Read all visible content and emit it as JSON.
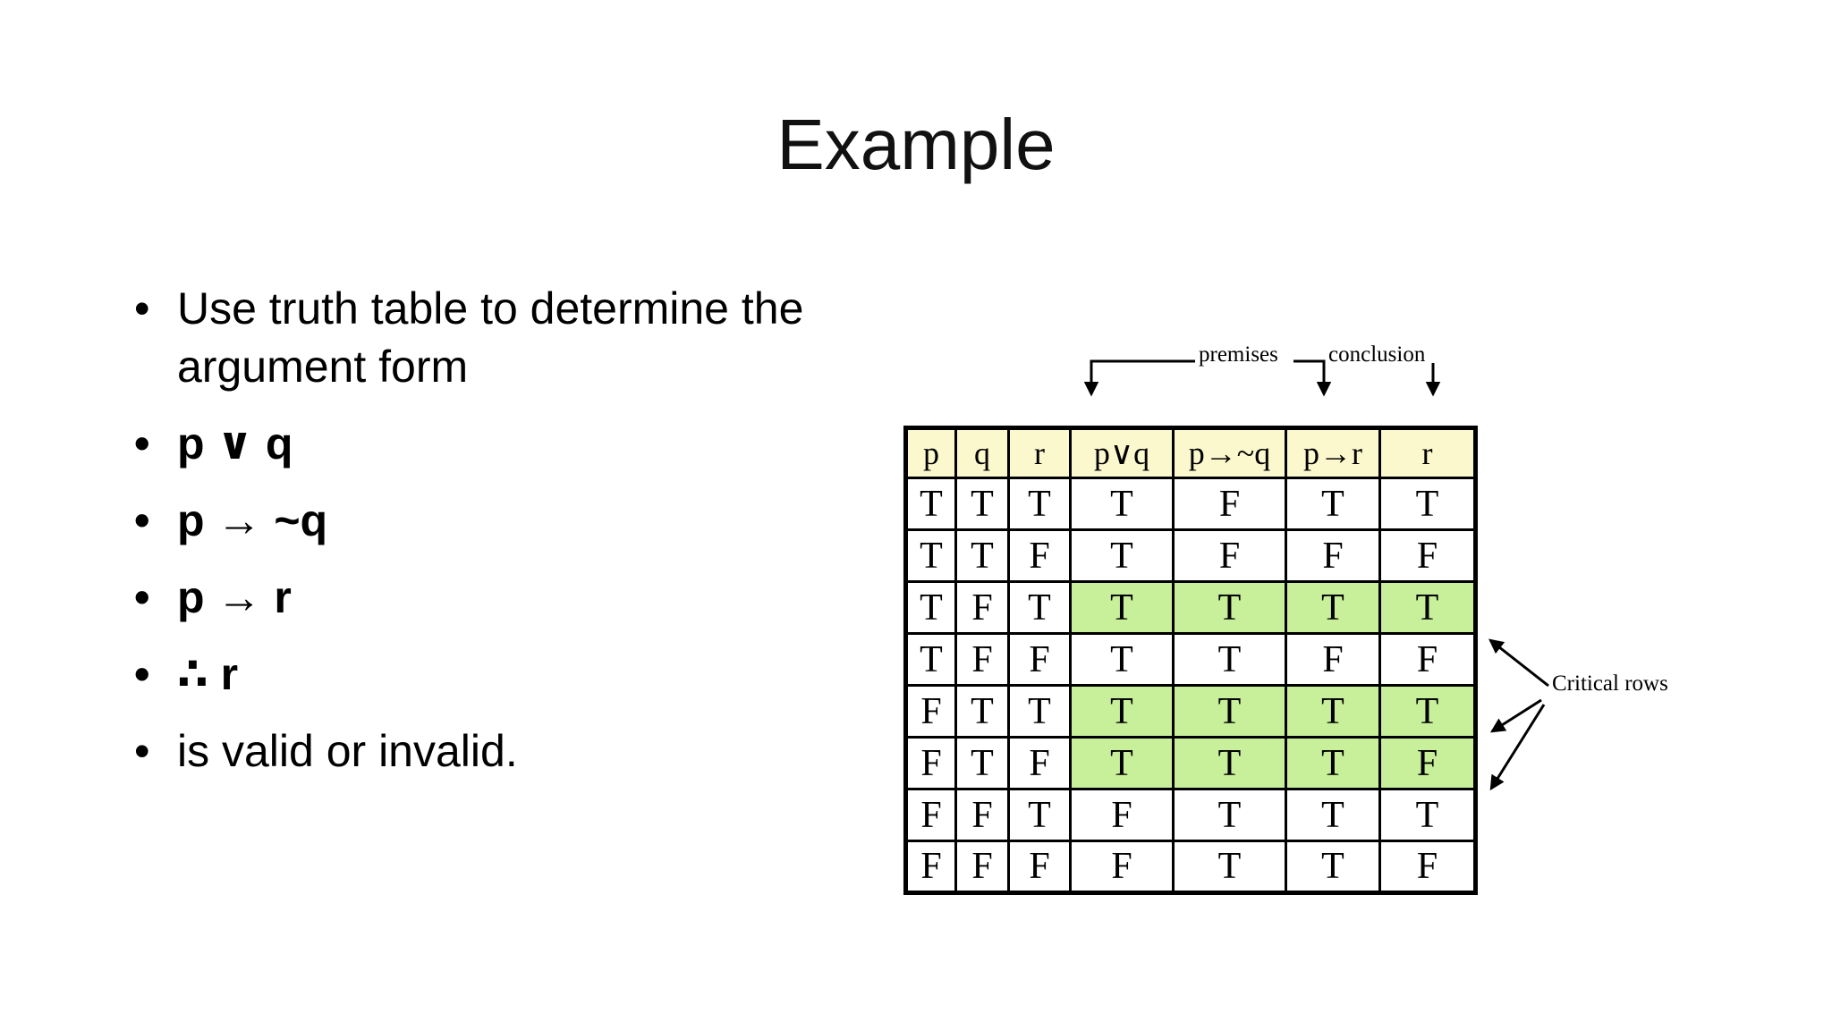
{
  "slide": {
    "title": "Example"
  },
  "bullets": [
    {
      "text": "Use truth table to determine the argument form",
      "bold": false
    },
    {
      "text": "p ∨ q",
      "bold": true
    },
    {
      "text": "p → ~q",
      "bold": true
    },
    {
      "text": "p → r",
      "bold": true
    },
    {
      "text": "∴ r",
      "bold": true
    },
    {
      "text": "is valid or invalid.",
      "bold": false
    }
  ],
  "annotations": {
    "premises_label": "premises",
    "conclusion_label": "conclusion",
    "critical_rows_label": "Critical rows"
  },
  "truth_table": {
    "headers": [
      "p",
      "q",
      "r",
      "p∨q",
      "p→~q",
      "p→r",
      "r"
    ],
    "rows": [
      [
        "T",
        "T",
        "T",
        "T",
        "F",
        "T",
        "T"
      ],
      [
        "T",
        "T",
        "F",
        "T",
        "F",
        "F",
        "F"
      ],
      [
        "T",
        "F",
        "T",
        "T",
        "T",
        "T",
        "T"
      ],
      [
        "T",
        "F",
        "F",
        "T",
        "T",
        "F",
        "F"
      ],
      [
        "F",
        "T",
        "T",
        "T",
        "T",
        "T",
        "T"
      ],
      [
        "F",
        "T",
        "F",
        "T",
        "T",
        "T",
        "F"
      ],
      [
        "F",
        "F",
        "T",
        "F",
        "T",
        "T",
        "T"
      ],
      [
        "F",
        "F",
        "F",
        "F",
        "T",
        "T",
        "F"
      ]
    ],
    "critical_row_indexes": [
      2,
      4,
      5
    ],
    "highlight_start_col": 3,
    "colors": {
      "header_bg": "#fcf8cd",
      "critical_bg": "#c8ef9a",
      "grid": "#000000",
      "cell_text": "#000000"
    }
  }
}
